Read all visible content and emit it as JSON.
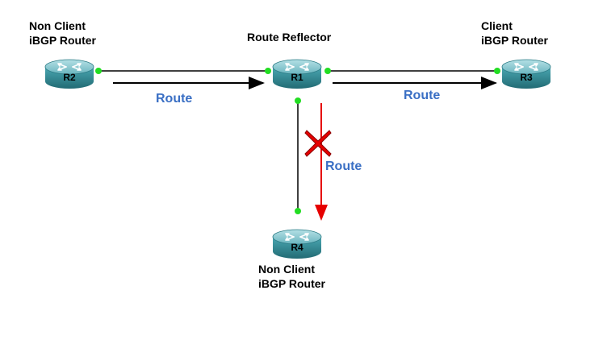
{
  "routers": {
    "r1": {
      "name": "R1",
      "role": "Route Reflector"
    },
    "r2": {
      "name": "R2",
      "role_line1": "Non Client",
      "role_line2": "iBGP Router"
    },
    "r3": {
      "name": "R3",
      "role_line1": "Client",
      "role_line2": "iBGP Router"
    },
    "r4": {
      "name": "R4",
      "role_line1": "Non Client",
      "role_line2": "iBGP Router"
    }
  },
  "routes": {
    "r2_to_r1": "Route",
    "r1_to_r3": "Route",
    "r1_to_r4": "Route"
  },
  "colors": {
    "router_body": "#2f8c98",
    "router_top": "#7fc3cc",
    "link": "#000000",
    "port_dot": "#22dd22",
    "route_text": "#3a6fc4",
    "blocked_arrow": "#e60000",
    "block_x": "#e60000"
  },
  "icons": {
    "router": "router-icon",
    "blocked": "x-mark-icon"
  }
}
